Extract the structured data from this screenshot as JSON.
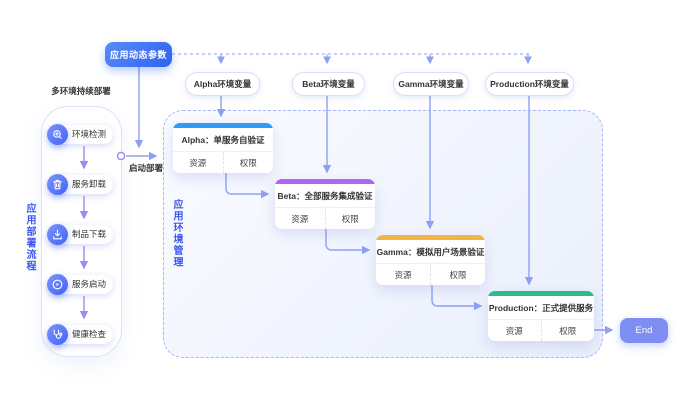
{
  "palette": {
    "flow_line": "#8fa0f2",
    "step_line": "#9b8cf2",
    "panel_border": "#a9b7f5",
    "accent_text": "#3d56f0",
    "end_button": "#7e8ff3",
    "badge_gradient_start": "#5a8bf8",
    "badge_gradient_end": "#2d63ee"
  },
  "header": {
    "param_badge": "应用动态参数"
  },
  "left_flow": {
    "title": "多环境持续部署",
    "side_label": "应用部署流程",
    "start_label": "启动部署",
    "steps": [
      {
        "label": "环境检测",
        "icon": "zoom-in-icon"
      },
      {
        "label": "服务卸载",
        "icon": "trash-icon"
      },
      {
        "label": "制品下载",
        "icon": "download-icon"
      },
      {
        "label": "服务启动",
        "icon": "play-icon"
      },
      {
        "label": "健康检查",
        "icon": "stethoscope-icon"
      }
    ]
  },
  "env_panel": {
    "side_label": "应用环境管理",
    "pills": [
      "Alpha环境变量",
      "Beta环境变量",
      "Gamma环境变量",
      "Production环境变量"
    ],
    "cards": [
      {
        "title": "Alpha：单服务自验证",
        "accent": "#2f9bf5",
        "actions": [
          "资源",
          "权限"
        ]
      },
      {
        "title": "Beta：全部服务集成验证",
        "accent": "#b266ee",
        "actions": [
          "资源",
          "权限"
        ]
      },
      {
        "title": "Gamma：模拟用户场景验证",
        "accent": "#f2b640",
        "actions": [
          "资源",
          "权限"
        ]
      },
      {
        "title": "Production：正式提供服务",
        "accent": "#2bbd86",
        "actions": [
          "资源",
          "权限"
        ]
      }
    ],
    "end_label": "End"
  }
}
